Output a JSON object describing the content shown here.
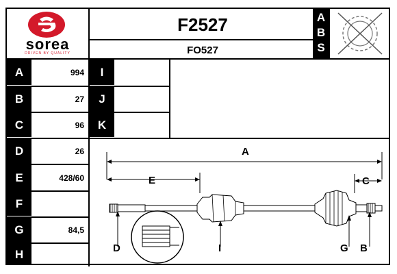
{
  "brand": {
    "name": "sorea",
    "tagline": "DRIVEN BY QUALITY",
    "color": "#d3192a"
  },
  "part": {
    "ref": "F2527",
    "oe_ref": "FO527"
  },
  "abs_letters": [
    "A",
    "B",
    "S"
  ],
  "specs_left": [
    {
      "label": "A",
      "value": "994"
    },
    {
      "label": "B",
      "value": "27"
    },
    {
      "label": "C",
      "value": "96"
    },
    {
      "label": "D",
      "value": "26"
    },
    {
      "label": "E",
      "value": "428/60"
    },
    {
      "label": "F",
      "value": ""
    },
    {
      "label": "G",
      "value": "84,5"
    },
    {
      "label": "H",
      "value": ""
    }
  ],
  "specs_right": [
    {
      "label": "I",
      "value": ""
    },
    {
      "label": "J",
      "value": ""
    },
    {
      "label": "K",
      "value": ""
    }
  ],
  "drawing": {
    "dim_A": "A",
    "dim_E": "E",
    "dim_C": "C",
    "marker_D": "D",
    "marker_I": "I",
    "marker_G": "G",
    "marker_B": "B"
  }
}
